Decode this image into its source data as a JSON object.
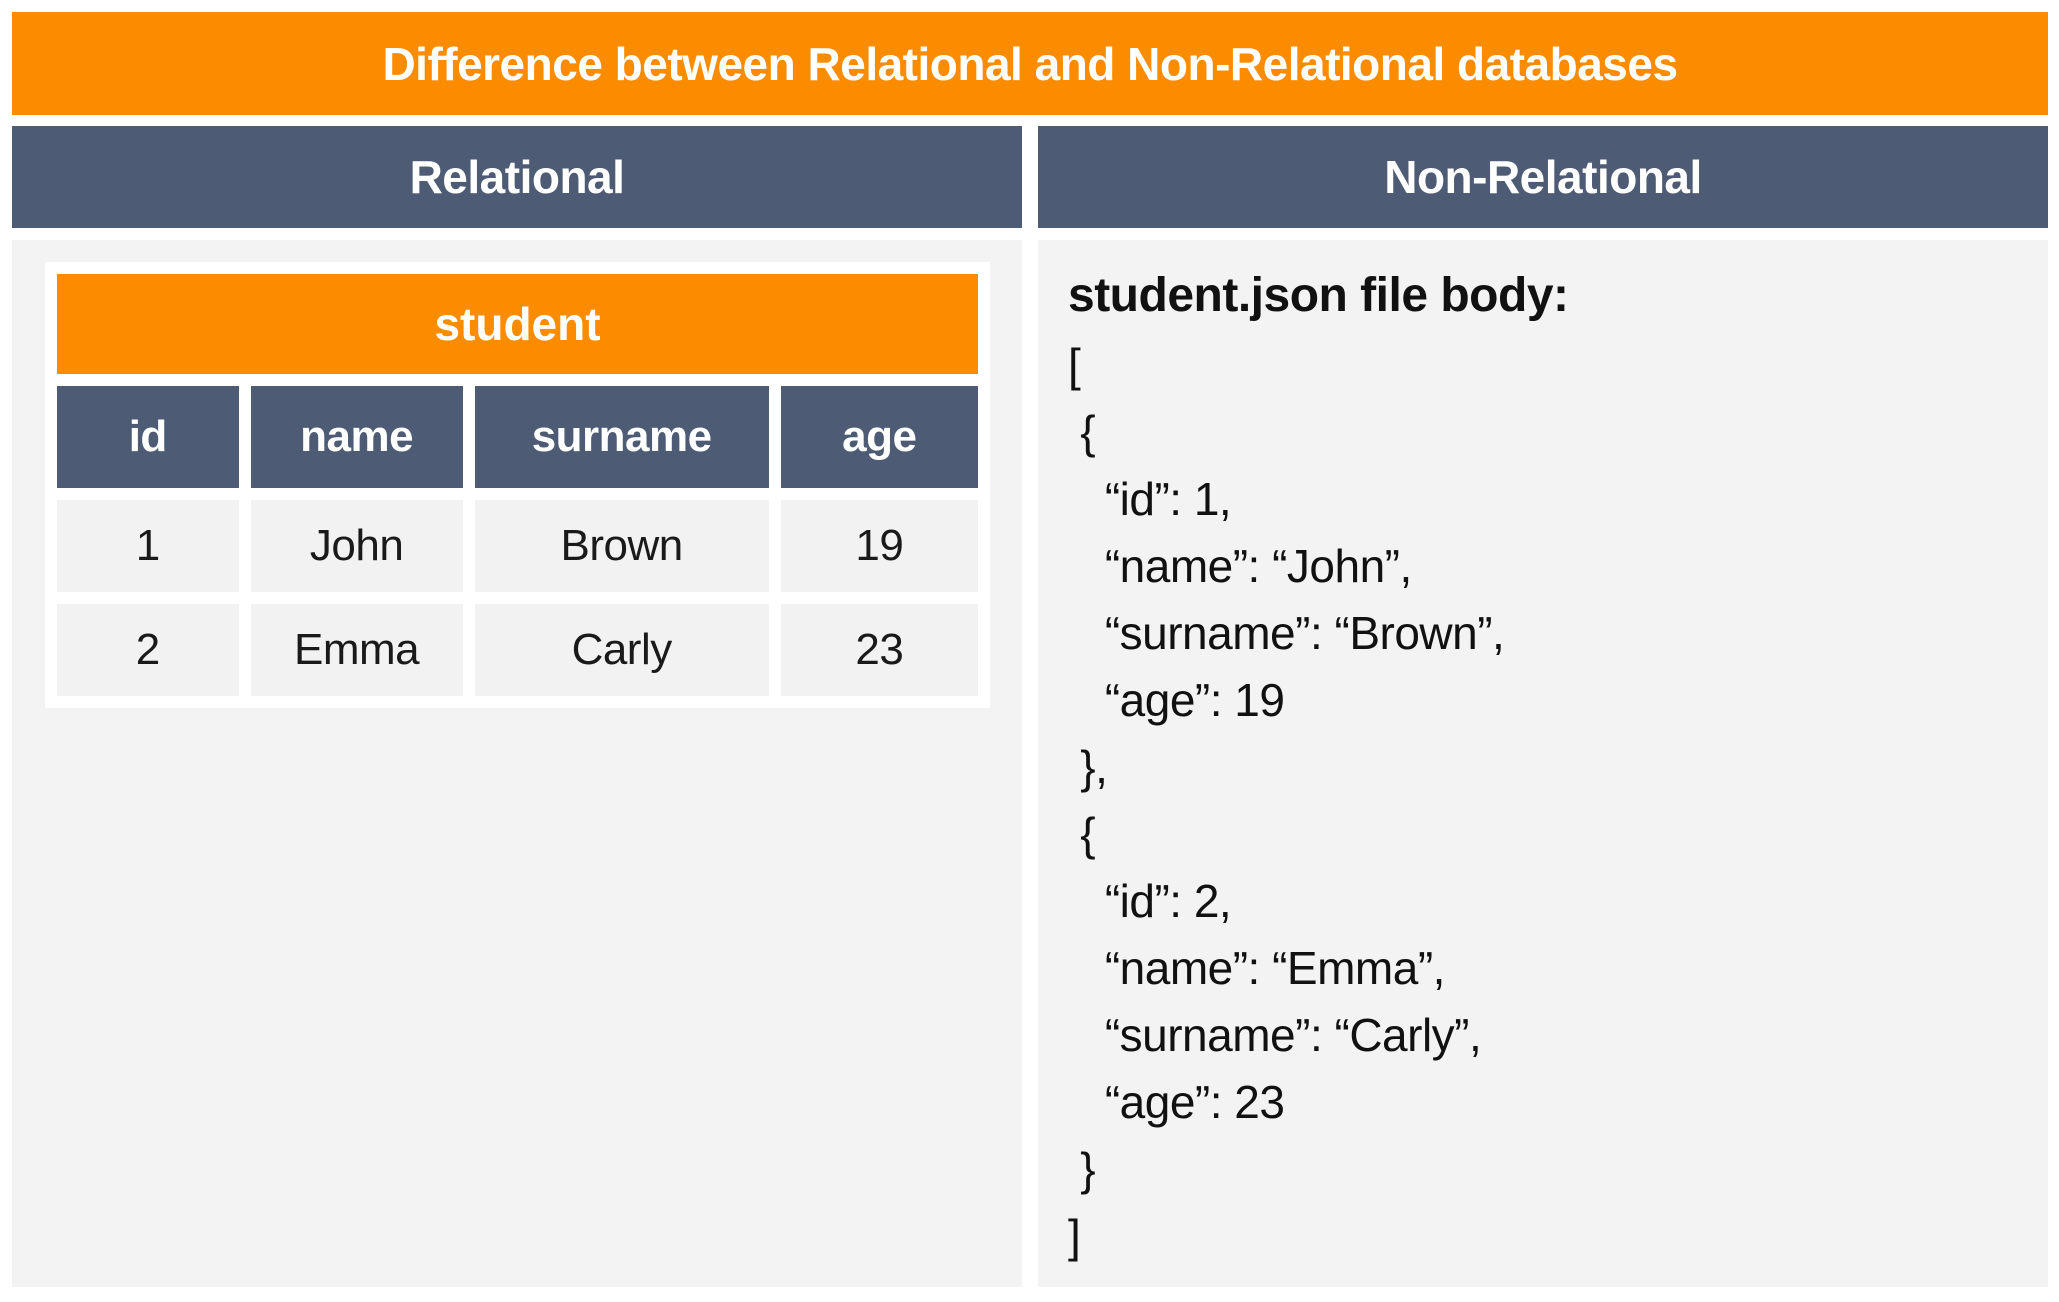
{
  "banner": {
    "title": "Difference between Relational and Non-Relational databases"
  },
  "columns": {
    "left": {
      "header": "Relational"
    },
    "right": {
      "header": "Non-Relational"
    }
  },
  "table": {
    "title": "student",
    "headers": [
      "id",
      "name",
      "surname",
      "age"
    ],
    "rows": [
      [
        "1",
        "John",
        "Brown",
        "19"
      ],
      [
        "2",
        "Emma",
        "Carly",
        "23"
      ]
    ]
  },
  "json_view": {
    "heading": "student.json file body:",
    "lines": [
      "[",
      " {",
      "   “id”: 1,",
      "   “name”: “John”,",
      "   “surname”: “Brown”,",
      "   “age”: 19",
      " },",
      " {",
      "   “id”: 2,",
      "   “name”: “Emma”,",
      "   “surname”: “Carly”,",
      "   “age”: 23",
      " }",
      "]"
    ]
  },
  "colors": {
    "accent_orange": "#FB8C00",
    "header_slate": "#4D5C74",
    "panel_gray": "#F3F3F3",
    "cell_gray": "#F2F2F2",
    "text_dark": "#1A1A1A"
  }
}
